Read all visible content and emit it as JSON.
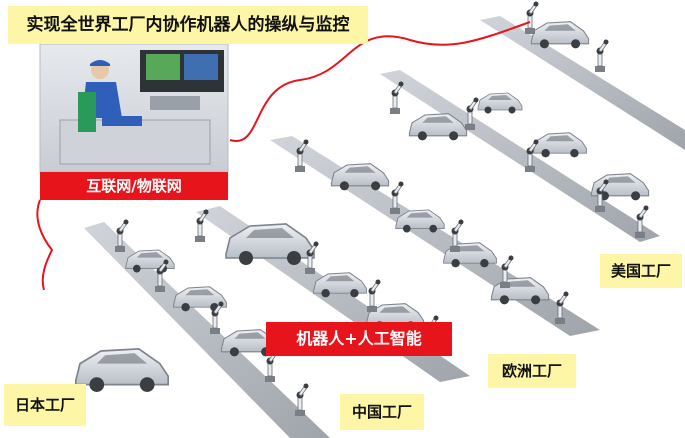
{
  "title": "实现全世界工厂内协作机器人的操纵与监控",
  "network_label": "互联网/物联网",
  "ai_label": "机器人+人工智能",
  "factories": {
    "japan": "日本工厂",
    "china": "中国工厂",
    "europe": "欧洲工厂",
    "usa": "美国工厂"
  },
  "colors": {
    "accent_red": "#e8141c",
    "label_yellow": "#fdf6a6",
    "belt_gray": "#9aa0a8",
    "car_silver": "#d9dde3"
  },
  "icons": [
    "operator-icon",
    "robot-arm-icon",
    "car-icon"
  ]
}
